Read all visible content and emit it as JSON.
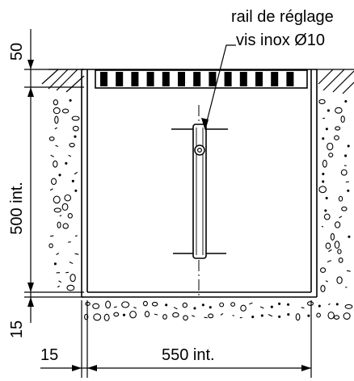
{
  "annotations": {
    "rail_label": "rail de réglage",
    "screw_label": "vis inox Ø10"
  },
  "dimensions": {
    "top_offset": "50",
    "depth_int": "500 int.",
    "bottom_thickness": "15",
    "wall_thickness": "15",
    "width_int": "550 int."
  },
  "colors": {
    "line": "#000000",
    "background": "#ffffff"
  }
}
